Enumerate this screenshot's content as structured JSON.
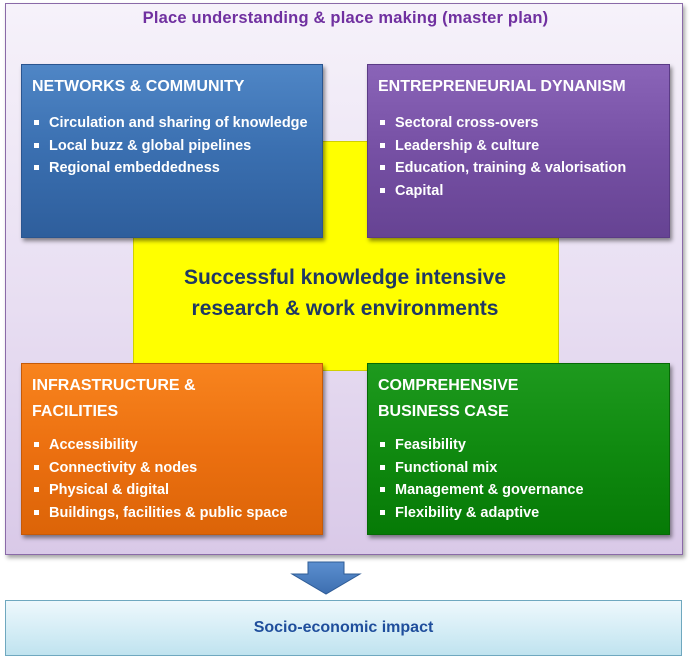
{
  "outer": {
    "title": "Place understanding  & place making (master plan)"
  },
  "center": {
    "line1": "Successful knowledge intensive",
    "line2": "research & work environments",
    "color": "#ffff00"
  },
  "quadrants": {
    "networks": {
      "title": "NETWORKS & COMMUNITY",
      "color": "#3a6fb0",
      "items": [
        "Circulation and sharing of knowledge",
        "Local buzz & global pipelines",
        "Regional embeddedness"
      ]
    },
    "entrepreneurial": {
      "title": "ENTREPRENEURIAL DYNANISM",
      "color": "#7650a4",
      "items": [
        "Sectoral cross-overs",
        "Leadership & culture",
        "Education, training & valorisation",
        "Capital"
      ]
    },
    "infrastructure": {
      "title_line1": "INFRASTRUCTURE &",
      "title_line2": "FACILITIES",
      "color": "#ec7010",
      "items": [
        "Accessibility",
        "Connectivity & nodes",
        "Physical & digital",
        "Buildings, facilities & public space"
      ]
    },
    "business": {
      "title_line1": "COMPREHENSIVE",
      "title_line2": "BUSINESS CASE",
      "color": "#108a10",
      "items": [
        "Feasibility",
        "Functional mix",
        "Management & governance",
        "Flexibility & adaptive"
      ]
    }
  },
  "arrow": {
    "icon": "down-arrow-icon",
    "color": "#4a7ebb"
  },
  "impact": {
    "label": "Socio-economic  impact"
  }
}
